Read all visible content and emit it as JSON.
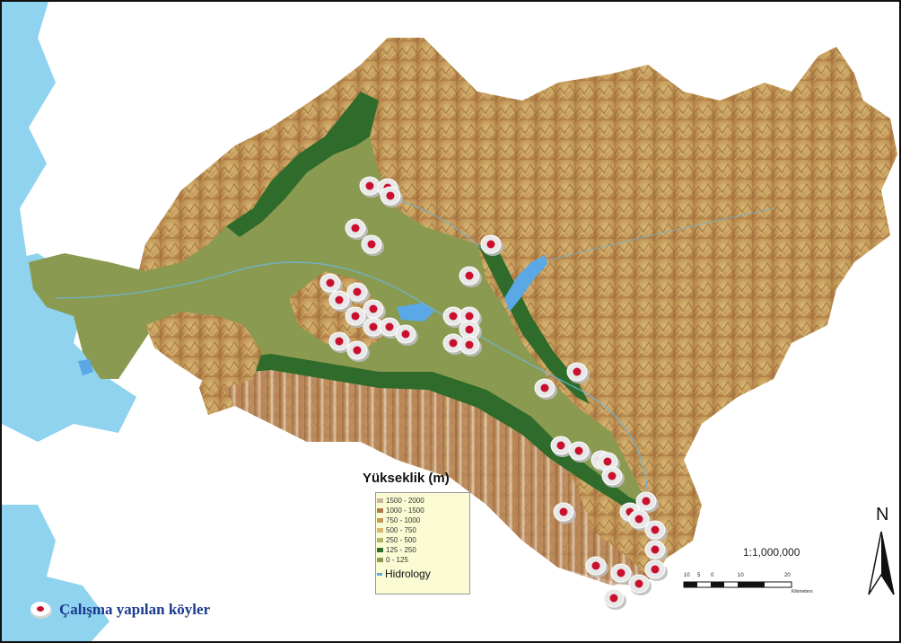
{
  "legend": {
    "title": "Yükseklik (m)",
    "elevation_classes": [
      {
        "label": "1500 - 2000",
        "color": "#c9b79b"
      },
      {
        "label": "1000 - 1500",
        "color": "#b07a4a"
      },
      {
        "label": "750 - 1000",
        "color": "#c49a5a"
      },
      {
        "label": "500 - 750",
        "color": "#d8b874"
      },
      {
        "label": "250 - 500",
        "color": "#b6b26a"
      },
      {
        "label": "125 - 250",
        "color": "#2f6b2a"
      },
      {
        "label": "0 - 125",
        "color": "#8a9a50"
      }
    ],
    "hydrology_label": "Hidrology",
    "hydrology_color": "#5aa9e6"
  },
  "village_legend_label": "Çalışma yapılan köyler",
  "scale_label": "1:1,000,000",
  "scalebar_ticks": [
    "10",
    "5",
    "0",
    "10",
    "20"
  ],
  "scalebar_unit": "Kilometers",
  "north_label": "N",
  "colors": {
    "sea": "#8fd3ee",
    "lowland": "#8a9a50",
    "valley": "#2f6b2a",
    "upland": "#c49a5a",
    "marker_ring": "#e8e8e8",
    "marker_center": "#c8102e"
  }
}
